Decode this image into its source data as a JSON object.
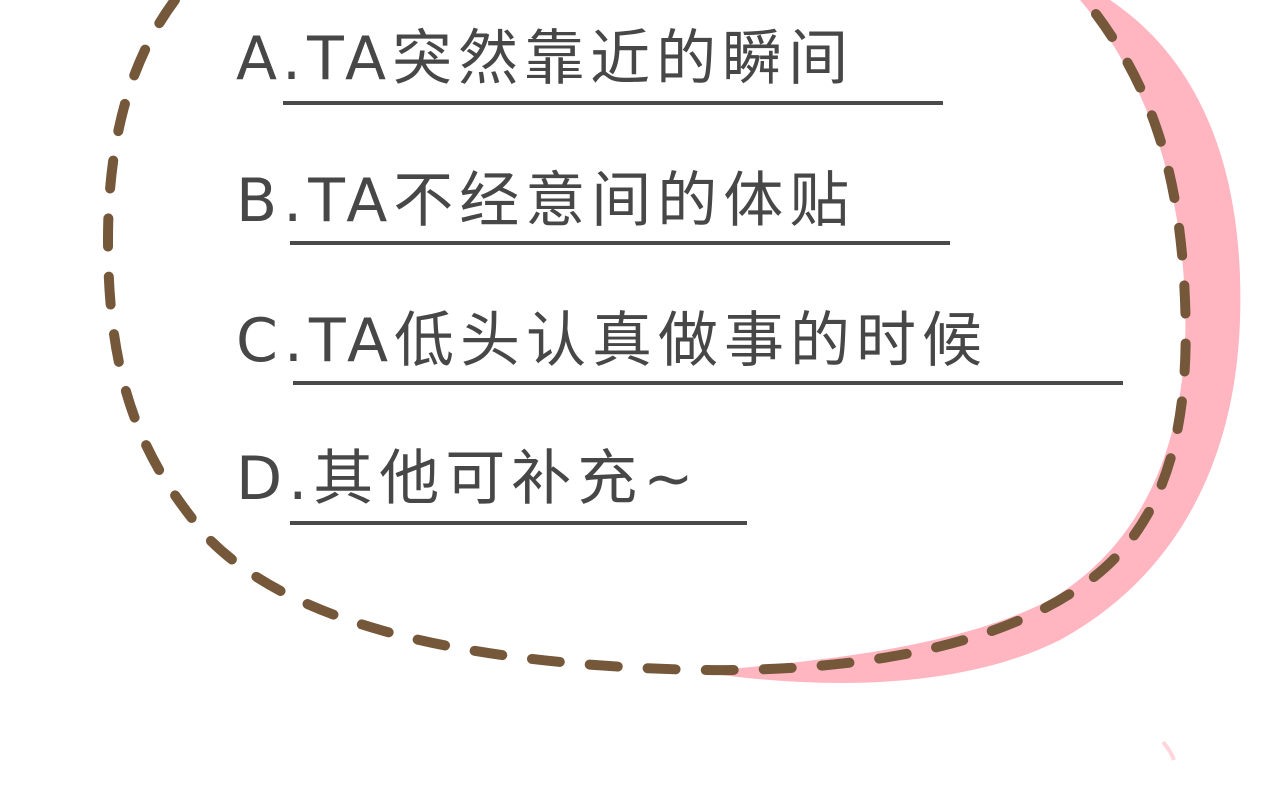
{
  "options": [
    {
      "letter": "A.",
      "text": "A.TA突然靠近的瞬间"
    },
    {
      "letter": "B.",
      "text": "B.TA不经意间的体贴"
    },
    {
      "letter": "C.",
      "text": "C.TA低头认真做事的时候"
    },
    {
      "letter": "D.",
      "text": "D.其他可补充~"
    }
  ],
  "colors": {
    "text": "#474747",
    "dash": "#75573a",
    "pink": "#ffb6c1",
    "background": "#ffffff"
  }
}
